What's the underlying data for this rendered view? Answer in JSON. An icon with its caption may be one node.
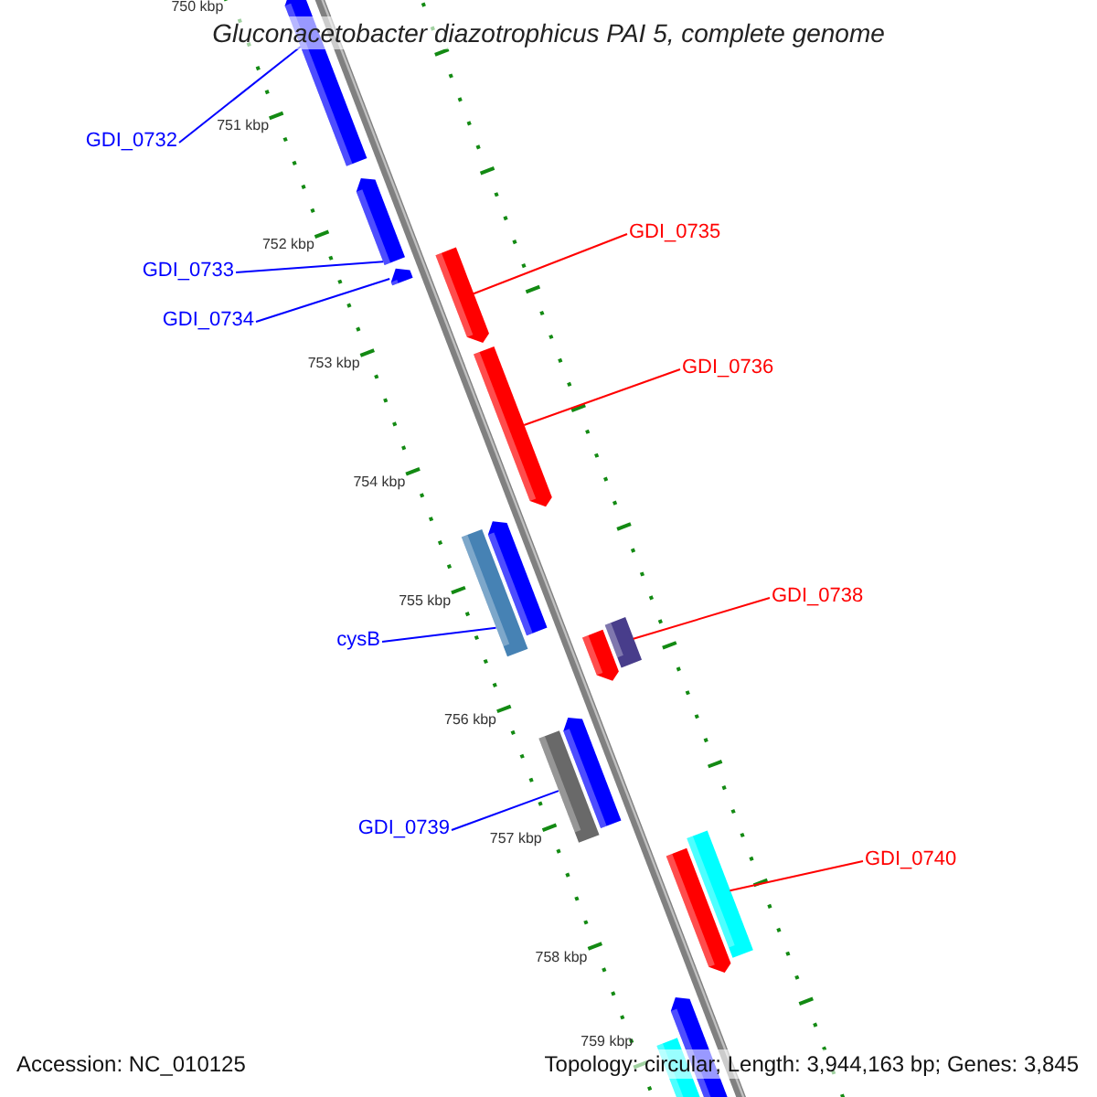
{
  "diagram": {
    "title": "Gluconacetobacter diazotrophicus PAI 5, complete genome",
    "nodes": [
      {
        "text": [
          "GDI_0732"
        ]
      },
      {
        "text": [
          "GDI_0733"
        ]
      },
      {
        "text": [
          "GDI_0734"
        ]
      },
      {
        "text": [
          "GDI_0735"
        ]
      },
      {
        "text": [
          "GDI_0736"
        ]
      },
      {
        "text": [
          "cysB"
        ]
      },
      {
        "text": [
          "GDI_0738"
        ]
      },
      {
        "text": [
          "GDI_0739"
        ]
      },
      {
        "text": [
          "GDI_0740"
        ]
      },
      {
        "text": [],
        "shape": "arrow"
      },
      {
        "text": [],
        "shape": "arrow"
      },
      {
        "text": [],
        "shape": "arrow"
      },
      {
        "text": [],
        "shape": "arrow"
      },
      {
        "text": [],
        "shape": "arrow"
      },
      {
        "text": [],
        "shape": "bar"
      },
      {
        "text": [],
        "shape": "arrow"
      },
      {
        "text": [],
        "shape": "arrow"
      },
      {
        "text": [],
        "shape": "bar"
      },
      {
        "text": [],
        "shape": "bar"
      },
      {
        "text": [],
        "shape": "arrow"
      },
      {
        "text": [],
        "shape": "bar"
      },
      {
        "text": [],
        "shape": "arrow"
      },
      {
        "text": [],
        "shape": "arrow"
      },
      {
        "text": [],
        "shape": "bar"
      }
    ],
    "edges": [
      {
        "from": 0,
        "to": 9,
        "arrow": "none"
      },
      {
        "from": 1,
        "to": 10,
        "arrow": "none"
      },
      {
        "from": 2,
        "to": 11,
        "arrow": "none"
      },
      {
        "from": 3,
        "to": 12,
        "arrow": "none",
        "color": "#ff0000"
      },
      {
        "from": 4,
        "to": 13,
        "arrow": "none",
        "color": "#ff0000"
      },
      {
        "from": 5,
        "to": 14,
        "arrow": "none"
      },
      {
        "from": 6,
        "to": 17,
        "arrow": "none",
        "color": "#ff0000"
      },
      {
        "from": 7,
        "to": 18,
        "arrow": "none"
      },
      {
        "from": 8,
        "to": 20,
        "arrow": "none",
        "color": "#ff0000"
      }
    ],
    "labels": [
      "750 kbp",
      "751 kbp",
      "752 kbp",
      "753 kbp",
      "754 kbp",
      "755 kbp",
      "756 kbp",
      "757 kbp",
      "758 kbp",
      "759 kbp",
      "Accession: NC_010125",
      "Topology: circular; Length: 3,944,163 bp; Genes: 3,845"
    ]
  }
}
